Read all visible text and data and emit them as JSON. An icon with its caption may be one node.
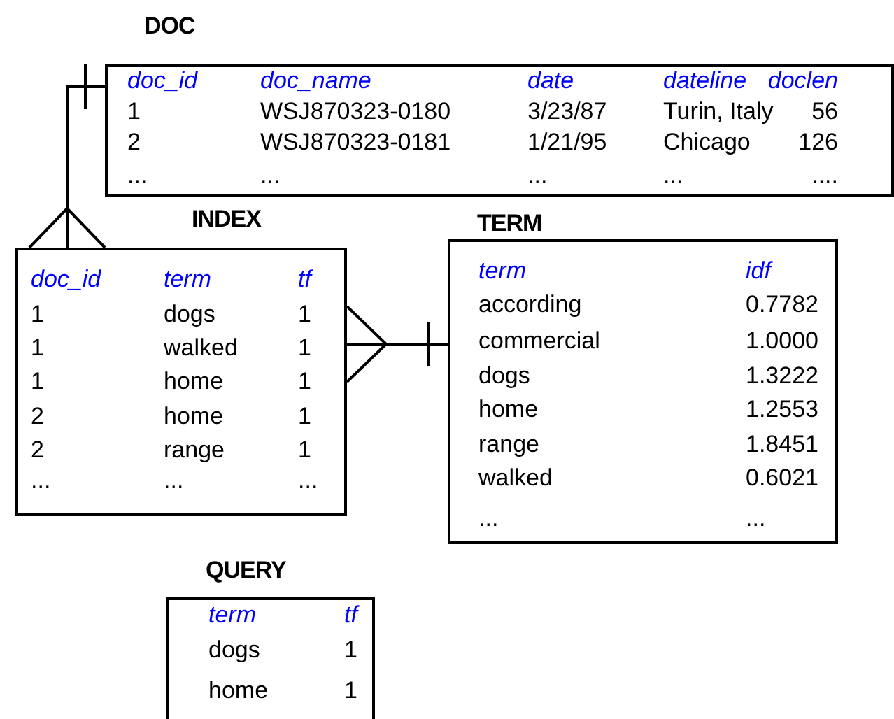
{
  "diagram": {
    "nodes": [
      {
        "text": [
          "DOC",
          "doc_id",
          "doc_name",
          "date",
          "dateline",
          "doclen",
          "1",
          "WSJ870323-0180",
          "3/23/87",
          "Turin, Italy",
          "56",
          "2",
          "WSJ870323-0181",
          "1/21/95",
          "Chicago",
          "126",
          "...",
          "...",
          "...",
          "...",
          "...."
        ]
      },
      {
        "text": [
          "INDEX",
          "doc_id",
          "term",
          "tf",
          "1",
          "dogs",
          "1",
          "1",
          "walked",
          "1",
          "1",
          "home",
          "1",
          "2",
          "home",
          "1",
          "2",
          "range",
          "1",
          "...",
          "...",
          "..."
        ]
      },
      {
        "text": [
          "TERM",
          "term",
          "idf",
          "according",
          "0.7782",
          "commercial",
          "1.0000",
          "dogs",
          "1.3222",
          "home",
          "1.2553",
          "range",
          "1.8451",
          "walked",
          "0.6021",
          "...",
          "..."
        ]
      },
      {
        "text": [
          "QUERY",
          "term",
          "tf",
          "dogs",
          "1",
          "home",
          "1"
        ]
      }
    ],
    "edges": [
      {
        "from": 0,
        "to": 1,
        "arrow": "other"
      },
      {
        "from": 2,
        "to": 1,
        "arrow": "other"
      }
    ]
  }
}
